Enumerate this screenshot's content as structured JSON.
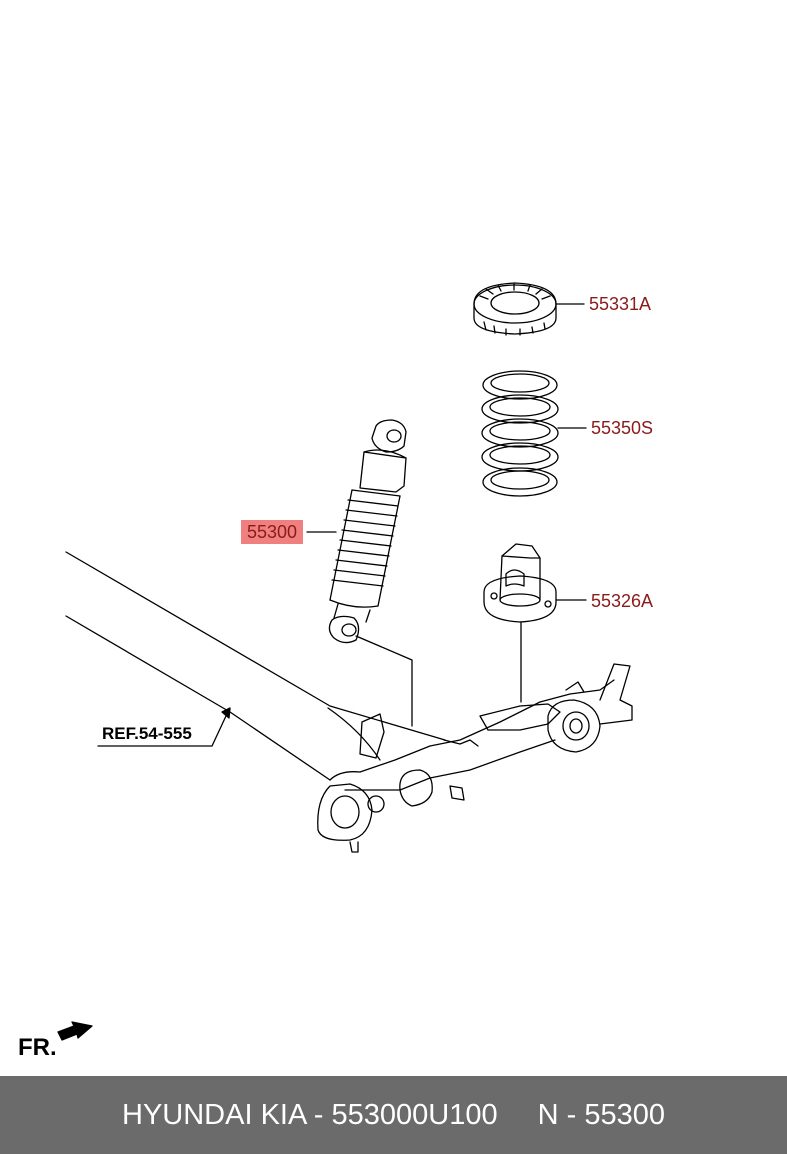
{
  "parts": {
    "p55331A": "55331A",
    "p55350S": "55350S",
    "p55300": "55300",
    "p55326A": "55326A"
  },
  "reference": "REF.54-555",
  "direction_label": "FR.",
  "footer": {
    "brand_part": "HYUNDAI KIA - 553000U100",
    "number": "N - 55300"
  },
  "colors": {
    "label": "#8b1a1a",
    "highlight": "#f08080",
    "footer_bg": "#6b6b6b"
  }
}
